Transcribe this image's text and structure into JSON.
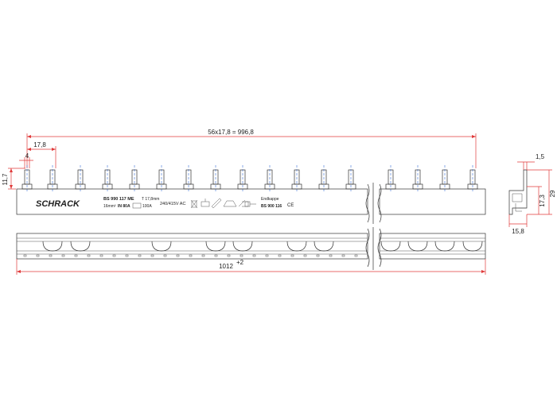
{
  "dimensions": {
    "total_pitch": "56x17,8 = 996,8",
    "pitch": "17,8",
    "pin_width": "4",
    "pin_height": "11,7",
    "overall_length": "1012",
    "overall_length_tol": "+2",
    "side_top": "1,5",
    "side_height": "29",
    "side_inner": "17,3",
    "side_width": "15,8"
  },
  "label": {
    "brand": "SCHRACK",
    "part_line": "BS 990 117 ME",
    "pitch_note": "T 17,8mm",
    "cross_section": "16mm²",
    "rating_in": "IN 80A",
    "rating_extra": "100A",
    "voltage": "240/415V AC",
    "endcap_title": "Endkappe",
    "endcap_part": "BS 900 116",
    "ce": "CE"
  },
  "colors": {
    "dimension": "#e03a3a",
    "outline": "#333333",
    "centerline": "#3a6fd8"
  }
}
